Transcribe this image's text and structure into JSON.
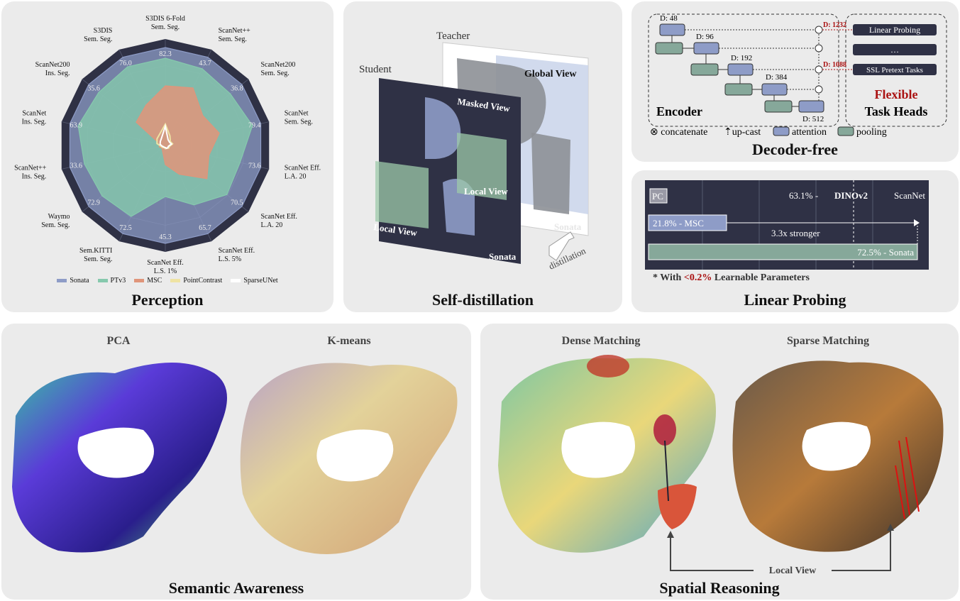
{
  "perception": {
    "title": "Perception",
    "axes": [
      {
        "label1": "S3DIS 6-Fold",
        "label2": "Sem. Seg.",
        "value": "82.3"
      },
      {
        "label1": "ScanNet++",
        "label2": "Sem. Seg.",
        "value": "43.7"
      },
      {
        "label1": "ScanNet200",
        "label2": "Sem. Seg.",
        "value": "36.8"
      },
      {
        "label1": "ScanNet",
        "label2": "Sem. Seg.",
        "value": "79.4"
      },
      {
        "label1": "ScanNet Eff.",
        "label2": "L.A. 20",
        "value": "73.6"
      },
      {
        "label1": "ScanNet Eff.",
        "label2": "L.A. 20",
        "value": "70.5"
      },
      {
        "label1": "ScanNet Eff.",
        "label2": "L.S. 5%",
        "value": "65.7"
      },
      {
        "label1": "ScanNet Eff.",
        "label2": "L.S. 1%",
        "value": "45.3"
      },
      {
        "label1": "Sem.KITTI",
        "label2": "Sem. Seg.",
        "value": "72.5"
      },
      {
        "label1": "Waymo",
        "label2": "Sem. Seg.",
        "value": "72.9"
      },
      {
        "label1": "ScanNet++",
        "label2": "Ins. Seg.",
        "value": "33.6"
      },
      {
        "label1": "ScanNet",
        "label2": "Ins. Seg.",
        "value": "63.9"
      },
      {
        "label1": "ScanNet200",
        "label2": "Ins. Seg.",
        "value": "35.6"
      },
      {
        "label1": "S3DIS",
        "label2": "Sem. Seg.",
        "value": "76.0"
      }
    ],
    "legend": [
      {
        "name": "Sonata",
        "color": "#8e9cc7"
      },
      {
        "name": "PTv3",
        "color": "#86c9ad"
      },
      {
        "name": "MSC",
        "color": "#e0957a"
      },
      {
        "name": "PointContrast",
        "color": "#efe3a3"
      },
      {
        "name": "SparseUNet",
        "color": "#ffffff"
      }
    ]
  },
  "self_distillation": {
    "title": "Self-distillation",
    "teacher": "Teacher",
    "student": "Student",
    "global_view": "Global View",
    "masked_view": "Masked View",
    "local_view_1": "Local View",
    "local_view_2": "Local View",
    "sonata_student": "Sonata",
    "sonata_teacher": "Sonata",
    "distillation": "distillation"
  },
  "decoder_free": {
    "title": "Decoder-free",
    "d48": "D: 48",
    "d96": "D: 96",
    "d192": "D: 192",
    "d384": "D: 384",
    "d512": "D: 512",
    "d1232": "D: 1232",
    "d1088": "D: 1088",
    "encoder": "Encoder",
    "head1": "Linear Probing",
    "head2": "…",
    "head3": "SSL Pretext Tasks",
    "flexible": "Flexible",
    "task_heads": "Task Heads",
    "legend_concat": "⊗ concatenate",
    "legend_upcast": "⇡up-cast",
    "legend_attention": "attention",
    "legend_pooling": "pooling"
  },
  "linear_probing": {
    "title": "Linear Probing",
    "pc": "PC",
    "dataset": "ScanNet",
    "dinov2_value": "63.1% - ",
    "dinov2_name": "DINOv2",
    "msc": "21.8% - MSC",
    "stronger": "3.3x stronger",
    "sonata": "72.5% - Sonata",
    "footnote_prefix": "* With ",
    "footnote_highlight": "<0.2%",
    "footnote_suffix": " Learnable Parameters"
  },
  "semantic": {
    "title": "Semantic Awareness",
    "pca": "PCA",
    "kmeans": "K-means"
  },
  "spatial": {
    "title": "Spatial Reasoning",
    "dense": "Dense Matching",
    "sparse": "Sparse Matching",
    "local_view": "Local View"
  },
  "colors": {
    "panel_bg": "#ebebeb",
    "dark": "#2f3145",
    "sonata": "#8e9cc7",
    "ptv3": "#86c9ad",
    "msc": "#e0957a",
    "highlight_red": "#a11111"
  }
}
